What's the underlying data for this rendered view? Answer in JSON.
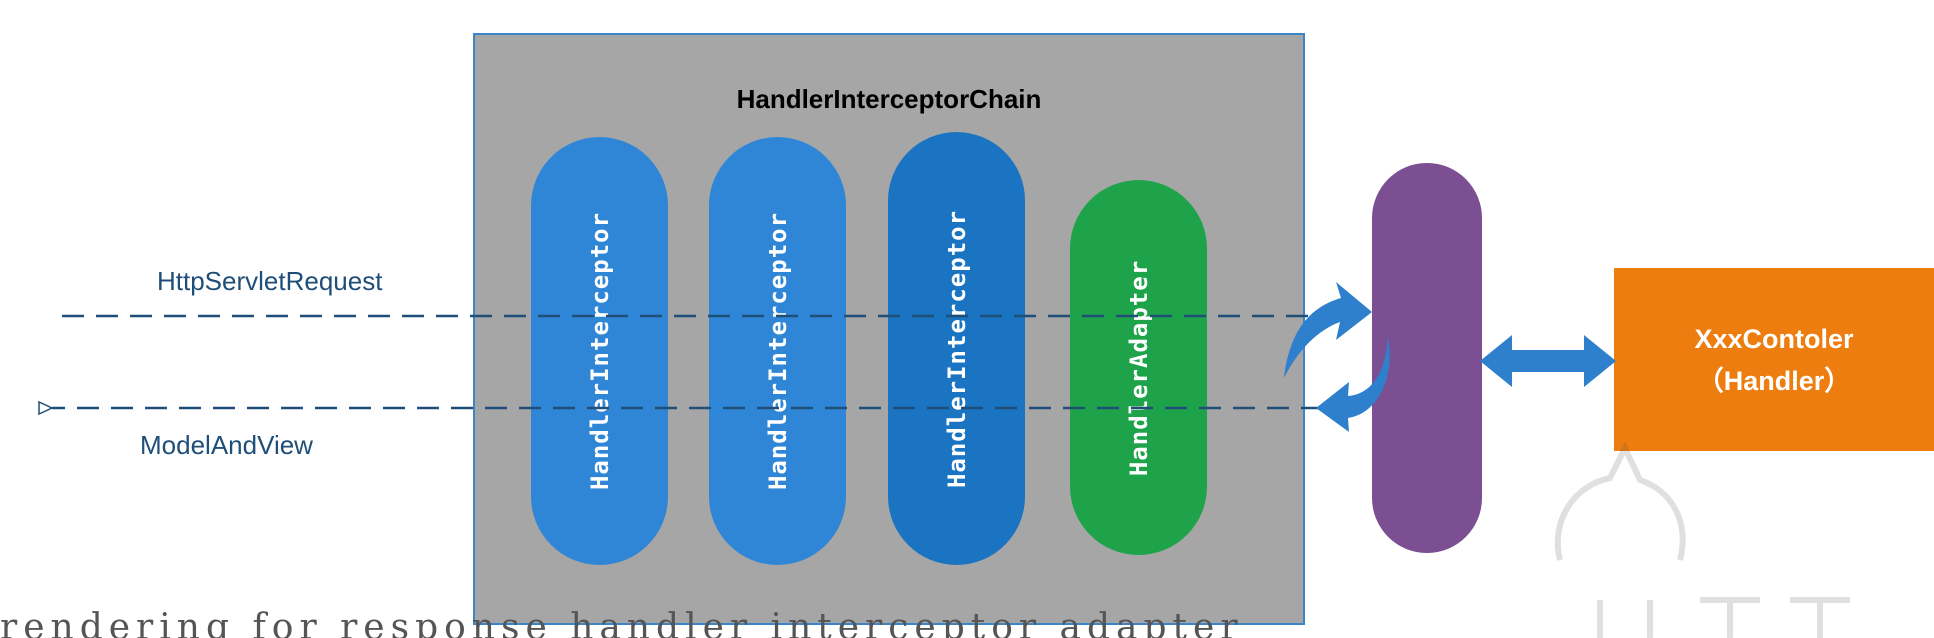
{
  "diagram": {
    "chain_title": "HandlerInterceptorChain",
    "interceptors": [
      {
        "label": "HandlerInterceptor",
        "color": "#2f86d6"
      },
      {
        "label": "HandlerInterceptor",
        "color": "#2f86d6"
      },
      {
        "label": "HandlerInterceptor",
        "color": "#1a74c1"
      }
    ],
    "adapter": {
      "label": "HandlerAdapter",
      "color": "#1ea34a"
    },
    "dispatcher": {
      "color": "#7b4f92"
    },
    "controller": {
      "line1": "XxxContoler",
      "line2": "（Handler）",
      "color": "#ed7d0e"
    },
    "request_label": "HttpServletRequest",
    "response_label": "ModelAndView",
    "arrow_color": "#2e7fcc",
    "dash_color": "#1f4e79"
  },
  "bottom_cut_text": "rendering for response handler interceptor adapter"
}
